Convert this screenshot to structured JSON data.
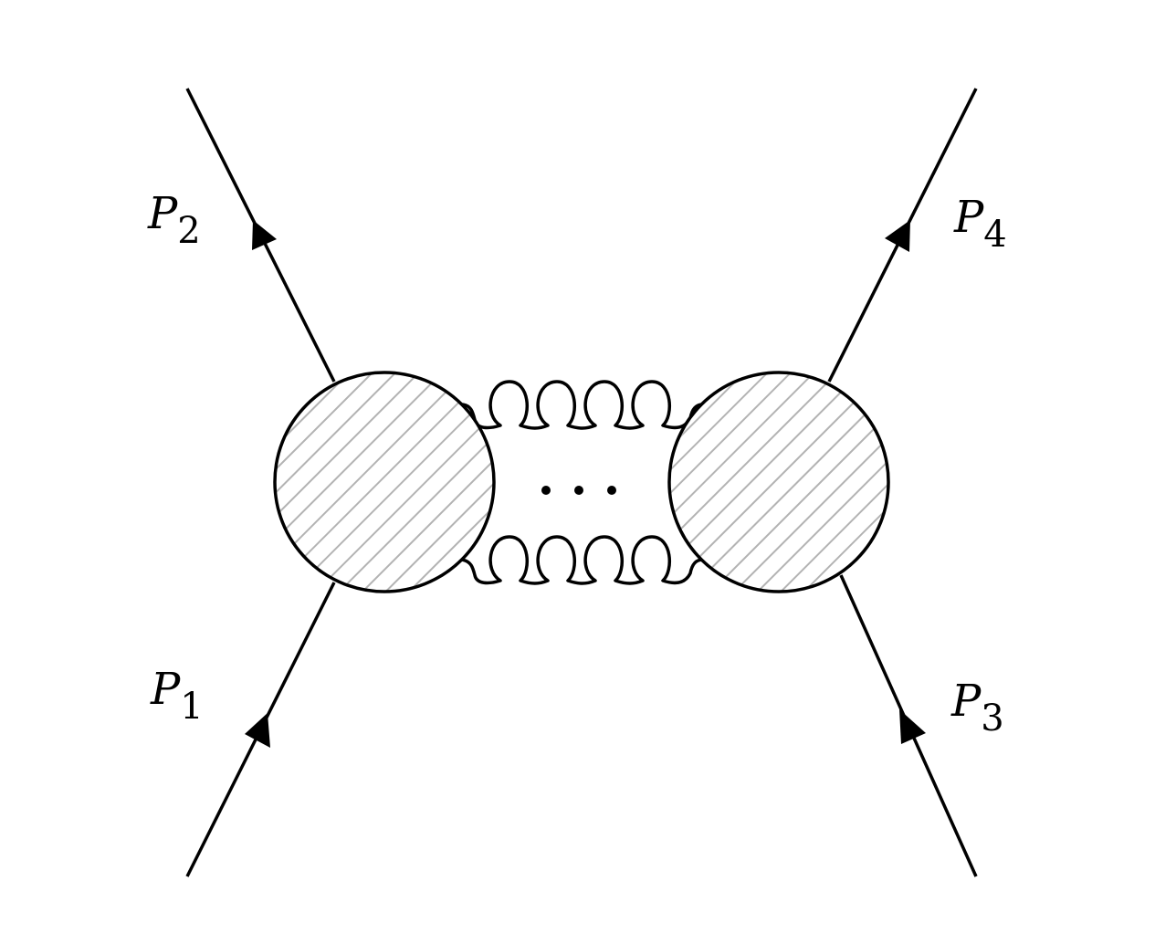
{
  "labels": {
    "p1": {
      "main": "P",
      "sub": "1"
    },
    "p2": {
      "main": "P",
      "sub": "2"
    },
    "p3": {
      "main": "P",
      "sub": "3"
    },
    "p4": {
      "main": "P",
      "sub": "4"
    }
  },
  "colors": {
    "line": "#000000",
    "hatch": "#b3b3b3",
    "background": "#ffffff"
  }
}
